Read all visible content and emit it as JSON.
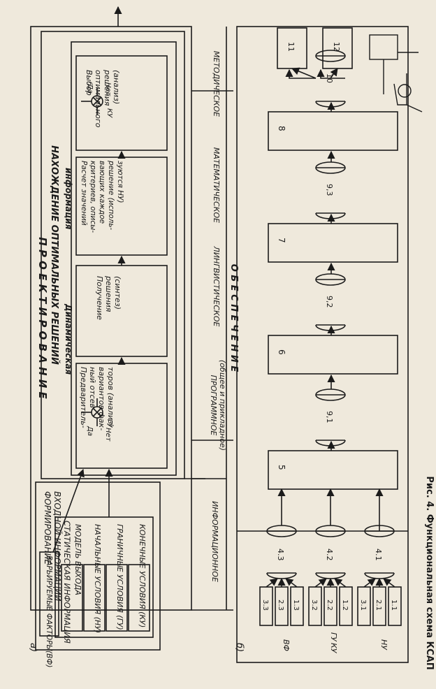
{
  "caption": "Рис. 4. Функциональная схема КСАП",
  "panel_a": {
    "label": "а)",
    "design_title": "П Р О Е К Т И Р О В А Н И Е",
    "optimal_title": "НАХОЖДЕНИЕ  ОПТИМАЛЬНЫХ  РЕШЕНИЙ",
    "input_title_1": "ФОРМИРОВАНИЕ",
    "input_title_2": "ВХОДНОЙ ИНФОРМАЦИИ",
    "static_info": "СТАТИЧЕСКАЯ ИНФОРМАЦИЯ",
    "static_items": [
      "МОДЕЛЬ ВЫХОДА",
      "НАЧАЛЬНЫЕ УСЛОВИЯ (НУ)",
      "ГРАНИЧНЫЕ УСЛОВИЯ (ГУ)",
      "КОНЕЧНЫЕ УСЛОВИЯ (КУ)"
    ],
    "varied_factors": "ВАРЬИРУЕМЫЕ ФАКТОРЫ(ВФ)",
    "dynamic_1": "Динамическая",
    "dynamic_2": "информация",
    "stages": [
      {
        "lines": [
          "Предваритель-",
          "ный отсев",
          "вариантов фак-",
          "торов (анализ)"
        ],
        "cond": "ГУ"
      },
      {
        "lines": [
          "Получение",
          "решения",
          "(синтез)"
        ]
      },
      {
        "lines": [
          "Расчет значений",
          "критериев, описы-",
          "вающих каждое",
          "решение (исполь-",
          "зуются НУ)"
        ]
      },
      {
        "lines": [
          "Выбор",
          "оптимального",
          "решения",
          "(анализ)"
        ],
        "cond": "КУ"
      }
    ],
    "yes": "Да",
    "no": "Нет",
    "support_word": "О Б Е С П Е Ч Е Н И Е",
    "support": {
      "informational": "ИНФОРМАЦИОННОЕ",
      "program_1": "ПРОГРАММНОЕ",
      "program_2": "(общее и прикладное)",
      "linguistic": "ЛИНГВИСТИЧЕСКОЕ",
      "mathematical": "МАТЕМАТИЧЕСКОЕ",
      "methodical": "МЕТОДИЧЕСКОЕ"
    }
  },
  "panel_b": {
    "label": "б)",
    "groups": [
      {
        "label": "НУ",
        "inputs": [
          "1.1",
          "2.1",
          "3.1"
        ],
        "store": "4.1"
      },
      {
        "label": "ГУ\nКУ",
        "inputs": [
          "1.2",
          "2.2",
          "3.2"
        ],
        "store": "4.2"
      },
      {
        "label": "ВФ",
        "inputs": [
          "1.3",
          "2.3",
          "3.3"
        ],
        "store": "4.3"
      }
    ],
    "chain": [
      {
        "kind": "block",
        "label": "5"
      },
      {
        "kind": "store",
        "label": "9,1"
      },
      {
        "kind": "block",
        "label": "6"
      },
      {
        "kind": "store",
        "label": "9,2"
      },
      {
        "kind": "block",
        "label": "7"
      },
      {
        "kind": "store",
        "label": "9,3"
      },
      {
        "kind": "block",
        "label": "8"
      },
      {
        "kind": "store",
        "label": "10"
      }
    ],
    "outputs": [
      "11",
      "12"
    ]
  }
}
